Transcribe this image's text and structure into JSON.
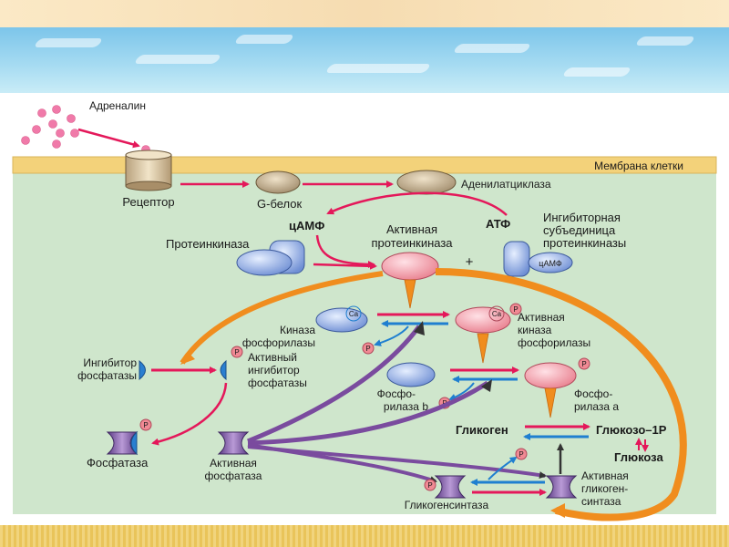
{
  "diagram": {
    "adrenaline": "Адреналин",
    "membrane": "Мембрана клетки",
    "receptor": "Рецептор",
    "g_protein": "G-белок",
    "adenylate_cyclase": "Аденилатциклаза",
    "camp": "цАМФ",
    "atp": "АТФ",
    "protein_kinase": "Протеинкиназа",
    "active_pk": [
      "Активная",
      "протеинкиназа"
    ],
    "inhibitory_subunit": [
      "Ингибиторная",
      "субъединица",
      "протеинкиназы"
    ],
    "camp_small": "цАМФ",
    "plus": "+",
    "phk": [
      "Киназа",
      "фосфорилазы"
    ],
    "active_phk": [
      "Активная",
      "киназа",
      "фосфорилазы"
    ],
    "ca": "Ca",
    "p": "P",
    "phosphatase_inhibitor": [
      "Ингибитор",
      "фосфатазы"
    ],
    "active_inhibitor": [
      "Активный",
      "ингибитор",
      "фосфатазы"
    ],
    "phosphorylase_b": [
      "Фосфо-",
      "рилаза b"
    ],
    "phosphorylase_a": [
      "Фосфо-",
      "рилаза a"
    ],
    "glycogen": "Гликоген",
    "glucose_1p": "Глюкозо–1Р",
    "glucose": "Глюкоза",
    "phosphatase": "Фосфатаза",
    "active_phosphatase": [
      "Активная",
      "фосфатаза"
    ],
    "glycogen_synthase": "Гликогенсинтаза",
    "active_gs": [
      "Активная",
      "гликоген-",
      "синтаза"
    ]
  },
  "colors": {
    "cell_fill": "#cfe6cc",
    "membrane": "#f3d27a",
    "red_arrow": "#e4185a",
    "blue_arrow": "#1f7fd0",
    "orange_arrow": "#f08d1e",
    "purple_arrow": "#7a4b9e"
  }
}
